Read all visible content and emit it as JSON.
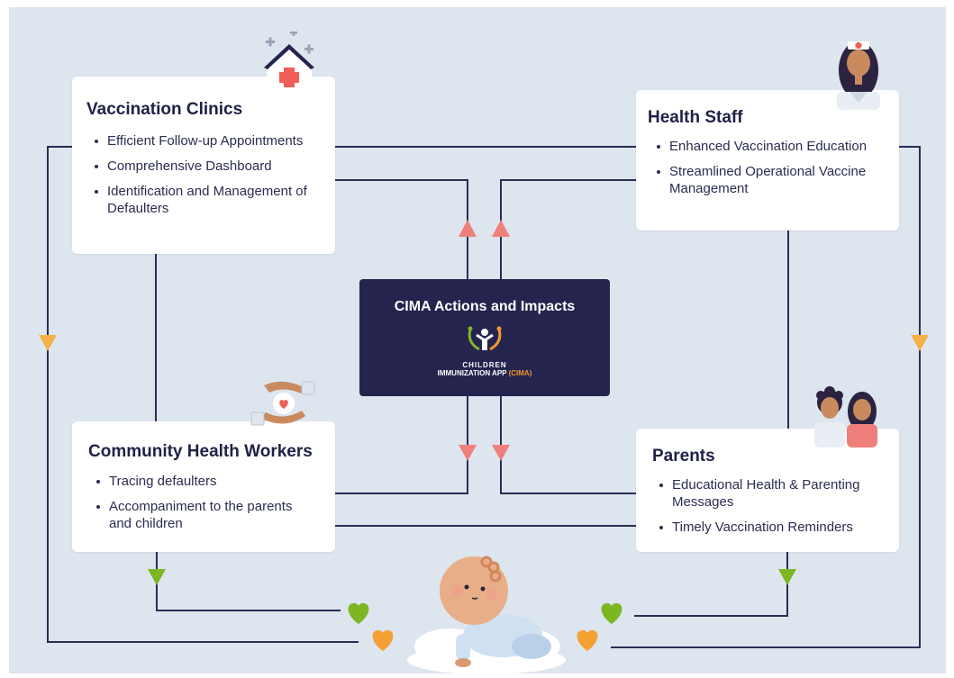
{
  "center": {
    "title": "CIMA Actions and Impacts",
    "logo_line1": "CHILDREN",
    "logo_line2": "IMMUNIZATION APP",
    "logo_acronym": "(CIMA)"
  },
  "cards": {
    "clinics": {
      "title": "Vaccination Clinics",
      "items": [
        "Efficient Follow-up Appointments",
        "Comprehensive Dashboard",
        "Identification and Management of Defaulters"
      ]
    },
    "staff": {
      "title": "Health Staff",
      "items": [
        "Enhanced Vaccination Education",
        "Streamlined Operational Vaccine Management"
      ]
    },
    "chw": {
      "title": "Community Health Workers",
      "items": [
        "Tracing defaulters",
        "Accompaniment to the parents and children"
      ]
    },
    "parents": {
      "title": "Parents",
      "items": [
        "Educational Health & Parenting Messages",
        "Timely Vaccination Reminders"
      ]
    }
  },
  "icons": [
    "hospital-icon",
    "nurse-icon",
    "caring-hands-icon",
    "parents-icon",
    "baby-icon",
    "heart-icon"
  ],
  "colors": {
    "background": "#dde5ee",
    "line": "#2b2d55",
    "center_box": "#25244f",
    "arrow_coral": "#ef7f7a",
    "arrow_orange": "#f6b04a",
    "arrow_green": "#7db623",
    "heart_green": "#7db623",
    "heart_orange": "#f5a033"
  }
}
